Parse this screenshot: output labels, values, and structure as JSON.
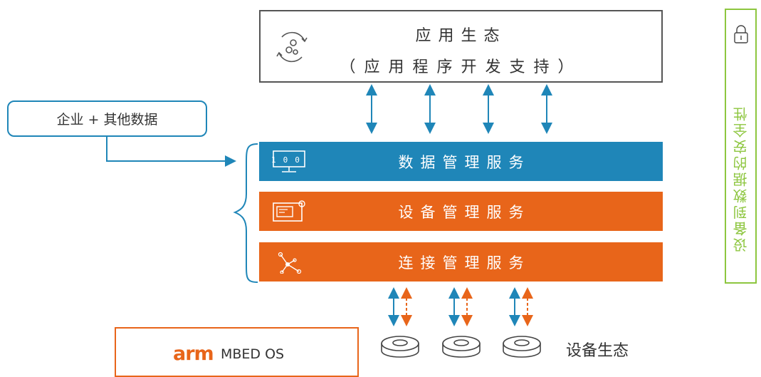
{
  "app_ecosystem": {
    "title": "应用生态",
    "subtitle": "（应用程序开发支持）",
    "icon": "refresh-cycle-icon"
  },
  "enterprise_data": {
    "label": "企业 + 其他数据"
  },
  "services": [
    {
      "label": "数据管理服务",
      "icon": "binary-monitor-icon",
      "color": "#1f86b8"
    },
    {
      "label": "设备管理服务",
      "icon": "device-settings-icon",
      "color": "#e8651a"
    },
    {
      "label": "连接管理服务",
      "icon": "network-node-icon",
      "color": "#e8651a"
    }
  ],
  "arm": {
    "logo": "arm",
    "text": "MBED OS"
  },
  "device_ecosystem": {
    "label": "设备生态"
  },
  "security": {
    "label": "设备到数据的安全性",
    "icon": "padlock-icon"
  },
  "colors": {
    "blue": "#1f86b8",
    "orange": "#e8651a",
    "green": "#8dc63f"
  }
}
